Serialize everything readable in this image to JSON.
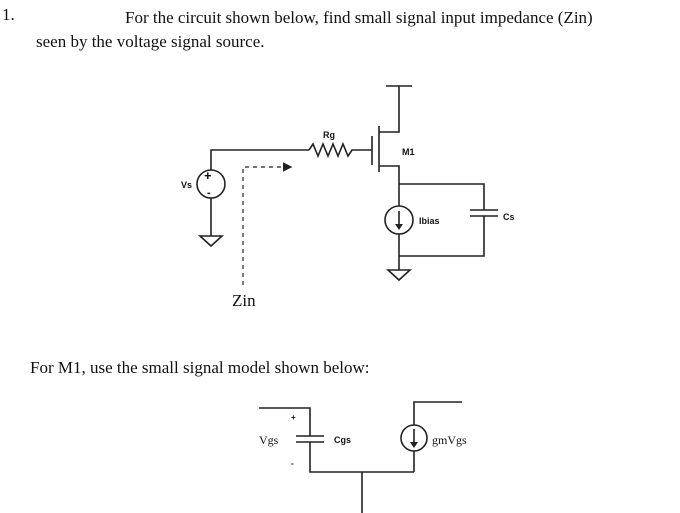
{
  "question": {
    "number": "1.",
    "line1": "For the circuit shown below, find small signal input impedance (Zin)",
    "line2": "seen by the voltage signal source."
  },
  "circuit": {
    "source_label": "Vs",
    "source_plus": "+",
    "source_minus": "-",
    "resistor_label": "Rg",
    "transistor_label": "M1",
    "current_source_label": "Ibias",
    "capacitor_label": "Cs",
    "impedance_label": "Zin"
  },
  "model": {
    "heading": "For M1, use the small signal model shown below:",
    "vgs_label": "Vgs",
    "plus_mark": "+",
    "minus_mark": "-",
    "cgs_label": "Cgs",
    "gm_label": "gmVgs"
  }
}
